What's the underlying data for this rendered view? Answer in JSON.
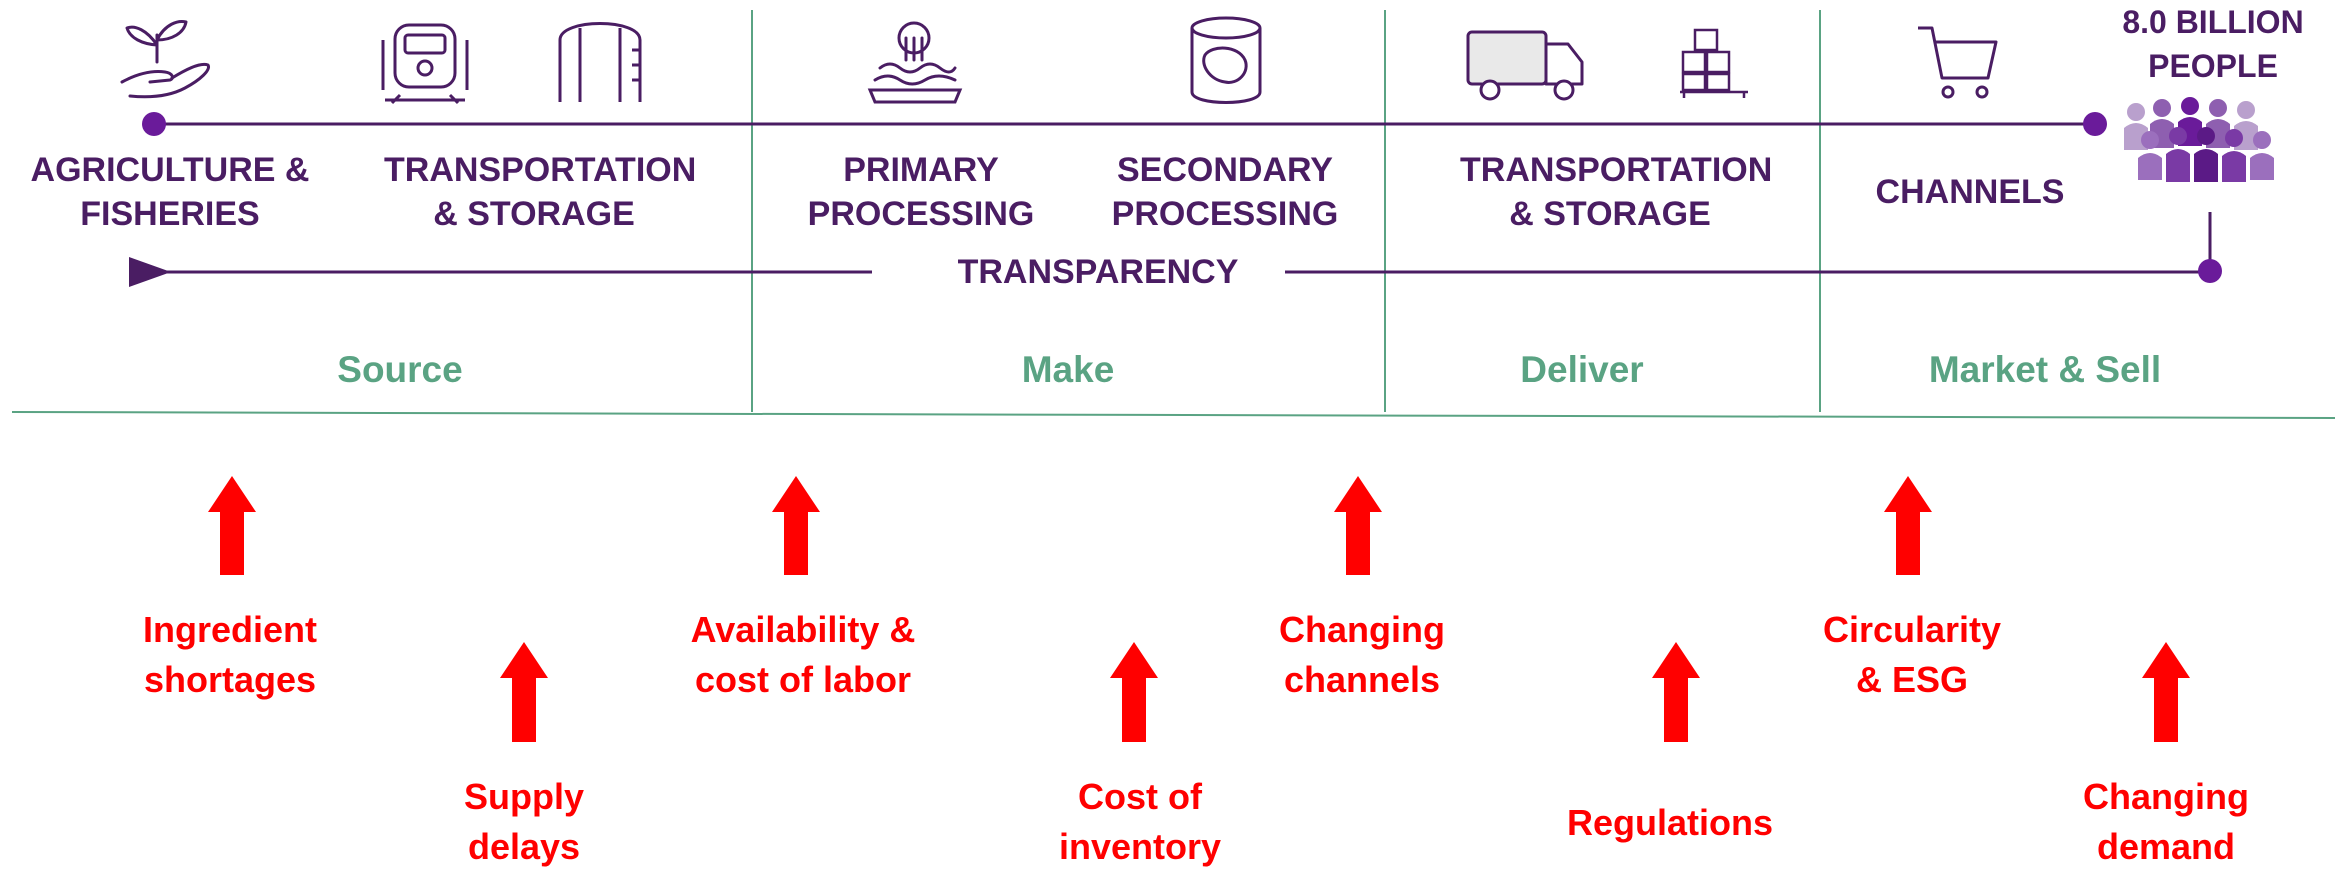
{
  "population": {
    "line1": "8.0 BILLION",
    "line2": "PEOPLE"
  },
  "stages": [
    {
      "line1": "AGRICULTURE &",
      "line2": "FISHERIES",
      "icon": "plant-in-hand-icon"
    },
    {
      "line1": "TRANSPORTATION",
      "line2": "& STORAGE",
      "icon": "train-icon"
    },
    {
      "line1": "PRIMARY",
      "line2": "PROCESSING",
      "icon": "grain-processing-icon"
    },
    {
      "line1": "SECONDARY",
      "line2": "PROCESSING",
      "icon": "can-icon"
    },
    {
      "line1": "TRANSPORTATION",
      "line2": "& STORAGE",
      "icon": "truck-icon"
    },
    {
      "line1": "CHANNELS",
      "line2": "",
      "icon": "shopping-cart-icon"
    }
  ],
  "silo_icon": "silo-icon",
  "warehouse_icon": "warehouse-boxes-icon",
  "people_icon": "crowd-icon",
  "transparency_label": "TRANSPARENCY",
  "phases": [
    "Source",
    "Make",
    "Deliver",
    "Market & Sell"
  ],
  "challenges": [
    {
      "line1": "Ingredient",
      "line2": "shortages"
    },
    {
      "line1": "Supply",
      "line2": "delays"
    },
    {
      "line1": "Availability &",
      "line2": "cost of labor"
    },
    {
      "line1": "Cost of",
      "line2": "inventory"
    },
    {
      "line1": "Changing",
      "line2": "channels"
    },
    {
      "line1": "Regulations",
      "line2": ""
    },
    {
      "line1": "Circularity",
      "line2": "& ESG"
    },
    {
      "line1": "Changing",
      "line2": "demand"
    }
  ],
  "colors": {
    "purple": "#4a1d63",
    "green": "#5aa383",
    "red": "#ff0000",
    "dot": "#6a1b9a"
  }
}
